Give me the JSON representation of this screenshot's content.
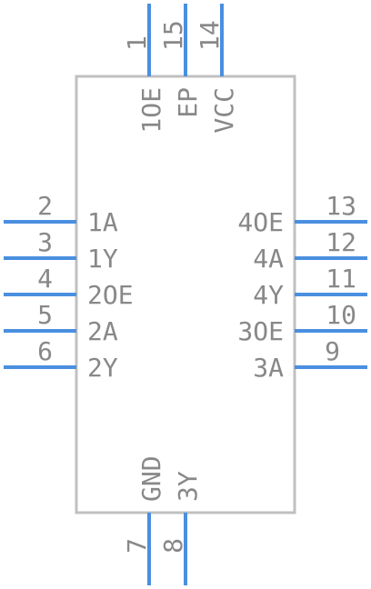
{
  "component": {
    "colors": {
      "pin": "#4a8fe0",
      "body": "#c0c0c0",
      "text": "#888888"
    },
    "pins": {
      "p1": {
        "number": "1",
        "name": "1OE"
      },
      "p2": {
        "number": "2",
        "name": "1A"
      },
      "p3": {
        "number": "3",
        "name": "1Y"
      },
      "p4": {
        "number": "4",
        "name": "2OE"
      },
      "p5": {
        "number": "5",
        "name": "2A"
      },
      "p6": {
        "number": "6",
        "name": "2Y"
      },
      "p7": {
        "number": "7",
        "name": "GND"
      },
      "p8": {
        "number": "8",
        "name": "3Y"
      },
      "p9": {
        "number": "9",
        "name": "3A"
      },
      "p10": {
        "number": "10",
        "name": "3OE"
      },
      "p11": {
        "number": "11",
        "name": "4Y"
      },
      "p12": {
        "number": "12",
        "name": "4A"
      },
      "p13": {
        "number": "13",
        "name": "4OE"
      },
      "p14": {
        "number": "14",
        "name": "VCC"
      },
      "p15": {
        "number": "15",
        "name": "EP"
      }
    }
  }
}
